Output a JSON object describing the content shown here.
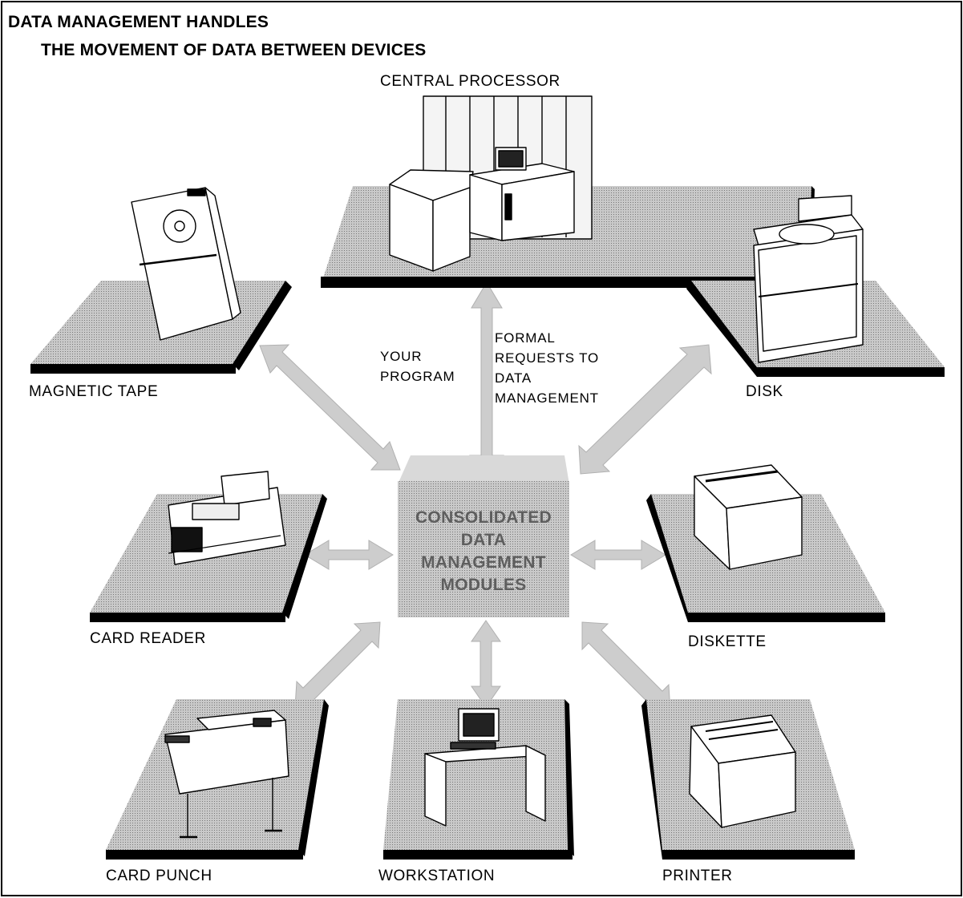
{
  "title": {
    "line1": "DATA MANAGEMENT HANDLES",
    "line2": "THE MOVEMENT OF DATA BETWEEN DEVICES"
  },
  "center_box": {
    "lines": [
      "CONSOLIDATED",
      "DATA",
      "MANAGEMENT",
      "MODULES"
    ]
  },
  "devices": {
    "central_processor": "CENTRAL PROCESSOR",
    "magnetic_tape": "MAGNETIC TAPE",
    "disk": "DISK",
    "card_reader": "CARD READER",
    "diskette": "DISKETTE",
    "card_punch": "CARD PUNCH",
    "workstation": "WORKSTATION",
    "printer": "PRINTER"
  },
  "annotations": {
    "your_program": [
      "YOUR",
      "PROGRAM"
    ],
    "formal_requests": [
      "FORMAL",
      "REQUESTS TO",
      "DATA",
      "MANAGEMENT"
    ]
  },
  "colors": {
    "platform": "#b9b9b9",
    "platform_edge": "#000000",
    "arrow": "#cdcdcd",
    "center_box": "#c4c4c4",
    "center_text": "#5e5e5e"
  }
}
